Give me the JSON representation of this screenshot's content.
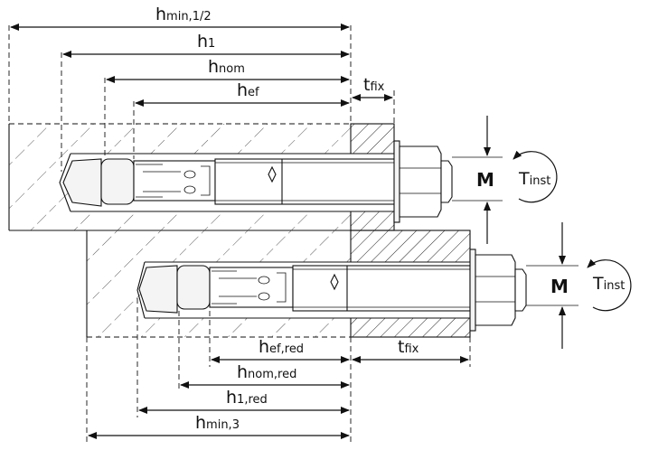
{
  "upper_assembly": {
    "dimensions": {
      "hmin_12": {
        "main": "h",
        "sub": "min,1/2"
      },
      "h1": {
        "main": "h",
        "sub": "1"
      },
      "hnom": {
        "main": "h",
        "sub": "nom"
      },
      "hef": {
        "main": "h",
        "sub": "ef"
      },
      "tfix": {
        "main": "t",
        "sub": "fix"
      }
    },
    "m_label": "M",
    "tinst": {
      "main": "T",
      "sub": "inst"
    }
  },
  "lower_assembly": {
    "dimensions": {
      "hef_red": {
        "main": "h",
        "sub": "ef,red"
      },
      "hnom_red": {
        "main": "h",
        "sub": "nom,red"
      },
      "h1_red": {
        "main": "h",
        "sub": "1,red"
      },
      "hmin_3": {
        "main": "h",
        "sub": "min,3"
      },
      "tfix": {
        "main": "t",
        "sub": "fix"
      }
    },
    "m_label": "M",
    "tinst": {
      "main": "T",
      "sub": "inst"
    }
  }
}
